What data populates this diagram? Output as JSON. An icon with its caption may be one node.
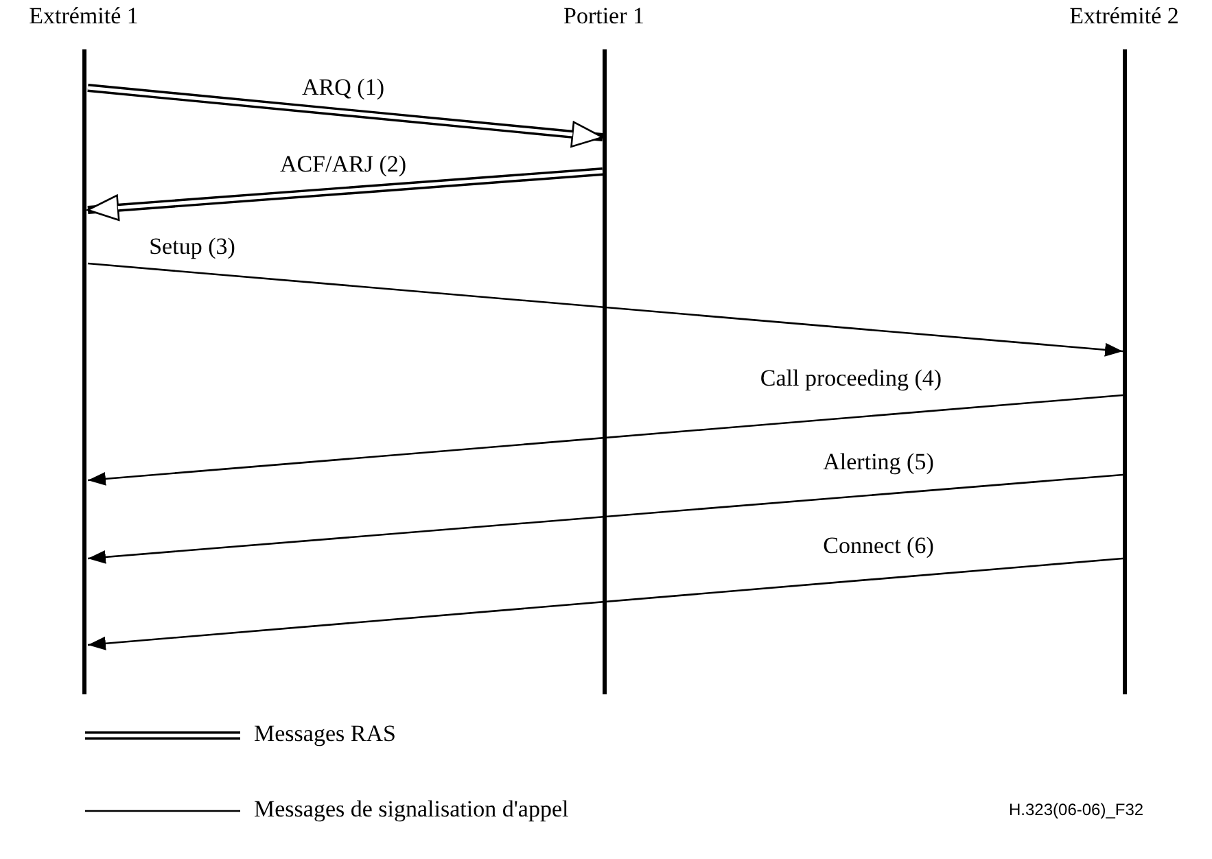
{
  "diagram": {
    "nodes": [
      {
        "text": [
          "Extrémité 1"
        ]
      },
      {
        "text": [
          "Portier 1"
        ]
      },
      {
        "text": [
          "Extrémité 2"
        ]
      }
    ],
    "edges": [
      {
        "from": 0,
        "to": 1,
        "arrow": "to",
        "label": "ARQ (1)",
        "style": "thick"
      },
      {
        "from": 1,
        "to": 0,
        "arrow": "to",
        "label": "ACF/ARJ (2)",
        "style": "thick"
      },
      {
        "from": 0,
        "to": 2,
        "arrow": "to",
        "label": "Setup (3)"
      },
      {
        "from": 2,
        "to": 0,
        "arrow": "to",
        "label": "Call proceeding (4)"
      },
      {
        "from": 2,
        "to": 0,
        "arrow": "to",
        "label": "Alerting (5)"
      },
      {
        "from": 2,
        "to": 0,
        "arrow": "to",
        "label": "Connect (6)"
      }
    ],
    "labels": [
      "H.323(06-06)_F32"
    ],
    "legend": [
      {
        "text": "Messages RAS"
      },
      {
        "text": "Messages de signalisation d'appel"
      }
    ]
  }
}
